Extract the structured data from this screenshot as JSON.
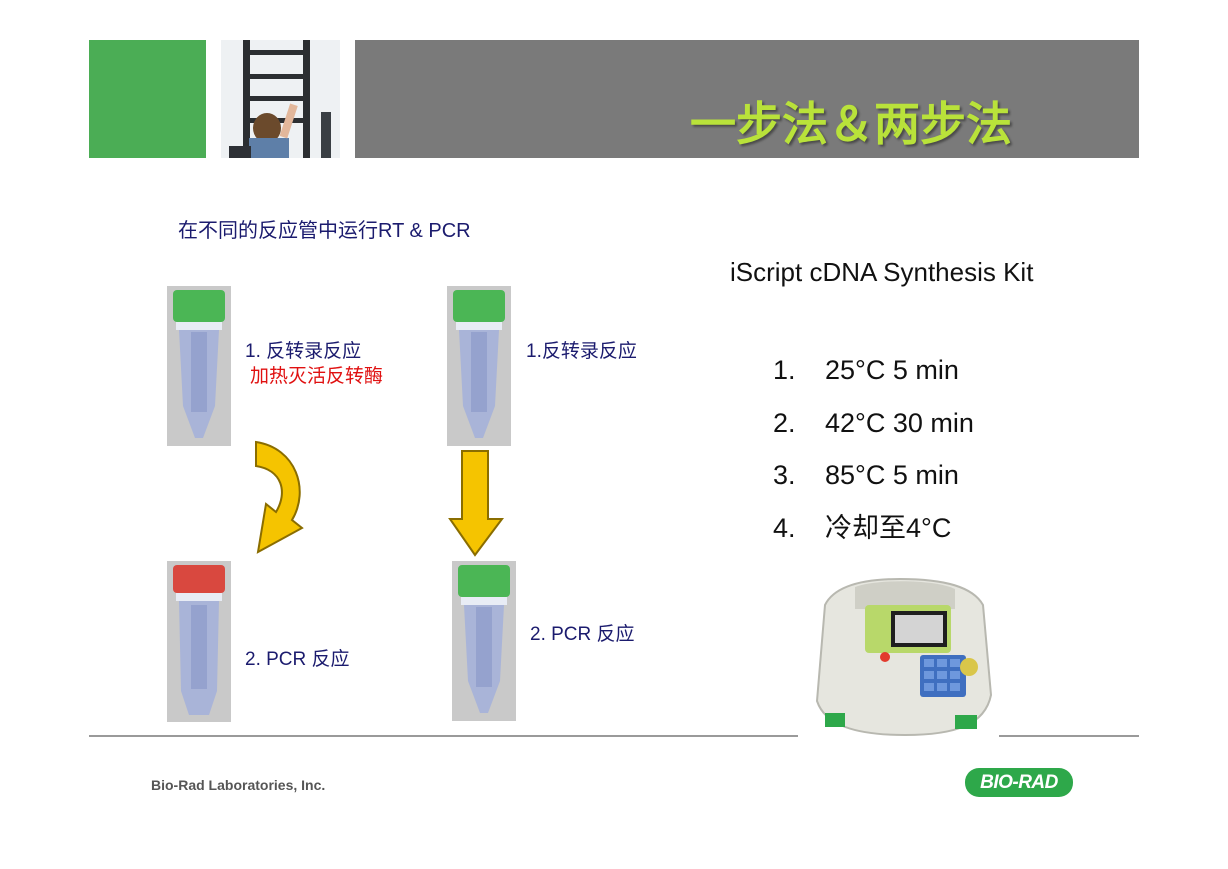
{
  "header": {
    "title": "一步法＆两步法",
    "accent_green": "#4bad55",
    "title_color": "#b9e23a",
    "bar_gray": "#7a7a7a"
  },
  "left_panel": {
    "subtitle": "在不同的反应管中运行RT & PCR",
    "left_column": {
      "step1_label": "1. 反转录反应",
      "step1_note": "加热灭活反转酶",
      "step2_label": "2. PCR 反应"
    },
    "right_column": {
      "step1_label": "1.反转录反应",
      "step2_label": "2. PCR 反应"
    }
  },
  "right_panel": {
    "kit_title": "iScript cDNA Synthesis Kit",
    "steps": [
      {
        "num": "1.",
        "text": "25°C 5 min"
      },
      {
        "num": "2.",
        "text": "42°C 30 min"
      },
      {
        "num": "3.",
        "text": "85°C 5 min"
      },
      {
        "num": "4.",
        "text": "冷却至4°C"
      }
    ]
  },
  "footer": {
    "company": "Bio-Rad Laboratories, Inc.",
    "logo_text": "BIO-RAD"
  }
}
